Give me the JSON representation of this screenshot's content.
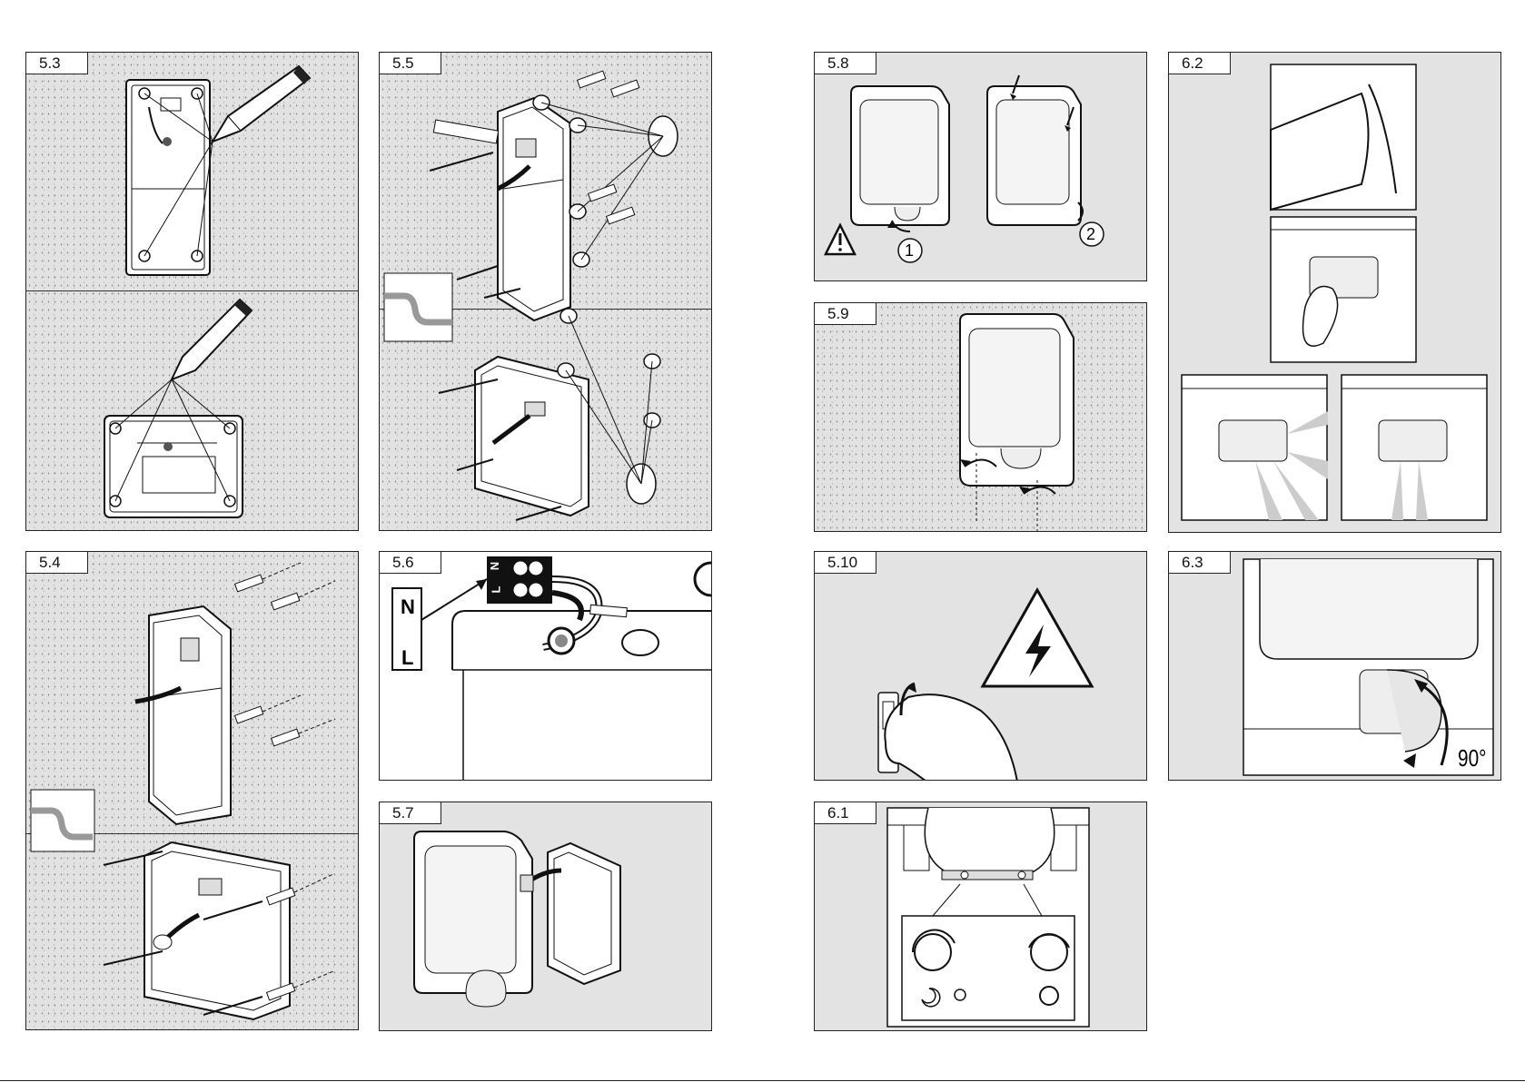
{
  "panels": {
    "p53": "5.3",
    "p54": "5.4",
    "p55": "5.5",
    "p56": "5.6",
    "p57": "5.7",
    "p58": "5.8",
    "p59": "5.9",
    "p510": "5.10",
    "p61": "6.1",
    "p62": "6.2",
    "p63": "6.3"
  },
  "wiring": {
    "n": "N",
    "l": "L",
    "terminal_n": "N",
    "terminal_l": "L"
  },
  "steps": {
    "one": "1",
    "two": "2"
  },
  "rotation": "90°"
}
